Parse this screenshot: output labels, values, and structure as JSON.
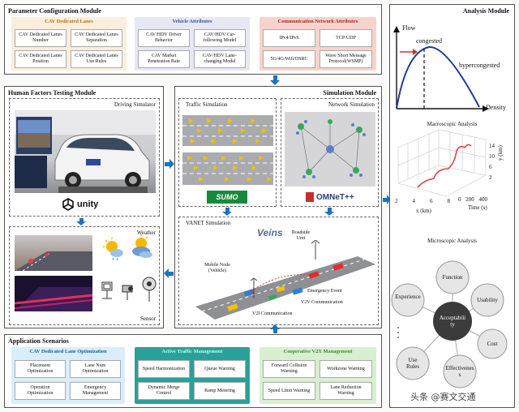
{
  "param": {
    "title": "Parameter Configuration Module",
    "cav_lanes": {
      "title": "CAV Dedicated Lanes",
      "items": [
        "CAV Dedicated Lanes Number",
        "CAV Dedicated Lanes Separation",
        "CAV Dedicated Lanes Position",
        "CAV Dedicated Lanes Use Rules"
      ]
    },
    "vehicle": {
      "title": "Vehicle Attributes",
      "items": [
        "CAV/HDV Driver Behavior",
        "CAV/HDV Car-following Model",
        "CAV Market Penetration Rate",
        "CAV/HDV Lane-changing Model"
      ]
    },
    "comm": {
      "title": "Communication Network Attributes",
      "items": [
        "IPv4/IPv6",
        "TCP/UDP",
        "5G/4G/Wifi/DSRC",
        "Wave Short Message Protocol(WSMP)"
      ]
    }
  },
  "human": {
    "title": "Human Factors Testing Module",
    "driving_sim": "Driving Simulator",
    "unity": "unity",
    "weather": "Weather",
    "sensor": "Sensor"
  },
  "sim": {
    "title": "Simulation Module",
    "traffic": "Traffic Simulation",
    "sumo": "SUMO",
    "network": "Network Simulation",
    "omnet": "OMNeT++",
    "vanet": "VANET Simulation",
    "veins": "Veins",
    "labels": {
      "roadside": "Roadside Unit",
      "mobile": "Mobile Node (Vehicle)",
      "emergency": "Emergency Event",
      "v2v": "V2V Communication",
      "v2i": "V2I Communication"
    }
  },
  "app": {
    "title": "Application Scenarios",
    "cav": {
      "title": "CAV Dedicated Lane Optimization",
      "items": [
        "Placement Optimization",
        "Lane Num Optimization",
        "Operation Optimization",
        "Emergency Management"
      ]
    },
    "atm": {
      "title": "Active Traffic Management",
      "items": [
        "Speed Harmonization",
        "Queue Warning",
        "Dynamic Merge Control",
        "Ramp Metering"
      ]
    },
    "v2x": {
      "title": "Cooperative V2X Management",
      "items": [
        "Forward Collision Warning",
        "Workzone Warning",
        "Speed Limit Warning",
        "Lane Reduction Warning"
      ]
    }
  },
  "analysis": {
    "title": "Analysis Module",
    "fd": {
      "ylabel": "Flow",
      "xlabel": "Density",
      "congested": "congested",
      "hypercongested": "hypercongested"
    },
    "macro": "Macroscopic Analysis",
    "traj": {
      "xlabel": "x (km)",
      "ylabel": "y (km)",
      "tlabel": "Time (s)",
      "x_ticks": [
        "2",
        "4",
        "6",
        "8"
      ],
      "y_ticks": [
        "14",
        "10",
        "6",
        "2"
      ],
      "t_ticks": [
        "0",
        "200",
        "400"
      ]
    },
    "micro": "Microscopic Analysis",
    "center": "Acceptability",
    "nodes": [
      "Function",
      "Usability",
      "Cost",
      "Effectiveness",
      "Use Rules",
      "Experience"
    ]
  },
  "watermark": "头条 @赛文交通",
  "colors": {
    "arrow": "#1e73be",
    "cav_bg": "#fbeedd",
    "veh_bg": "#e6e8f4",
    "comm_bg": "#f7d3cc",
    "app_cav_bg": "#d9eefa",
    "app_atm_bg": "#2aa198",
    "app_v2x_bg": "#d8efd1"
  }
}
